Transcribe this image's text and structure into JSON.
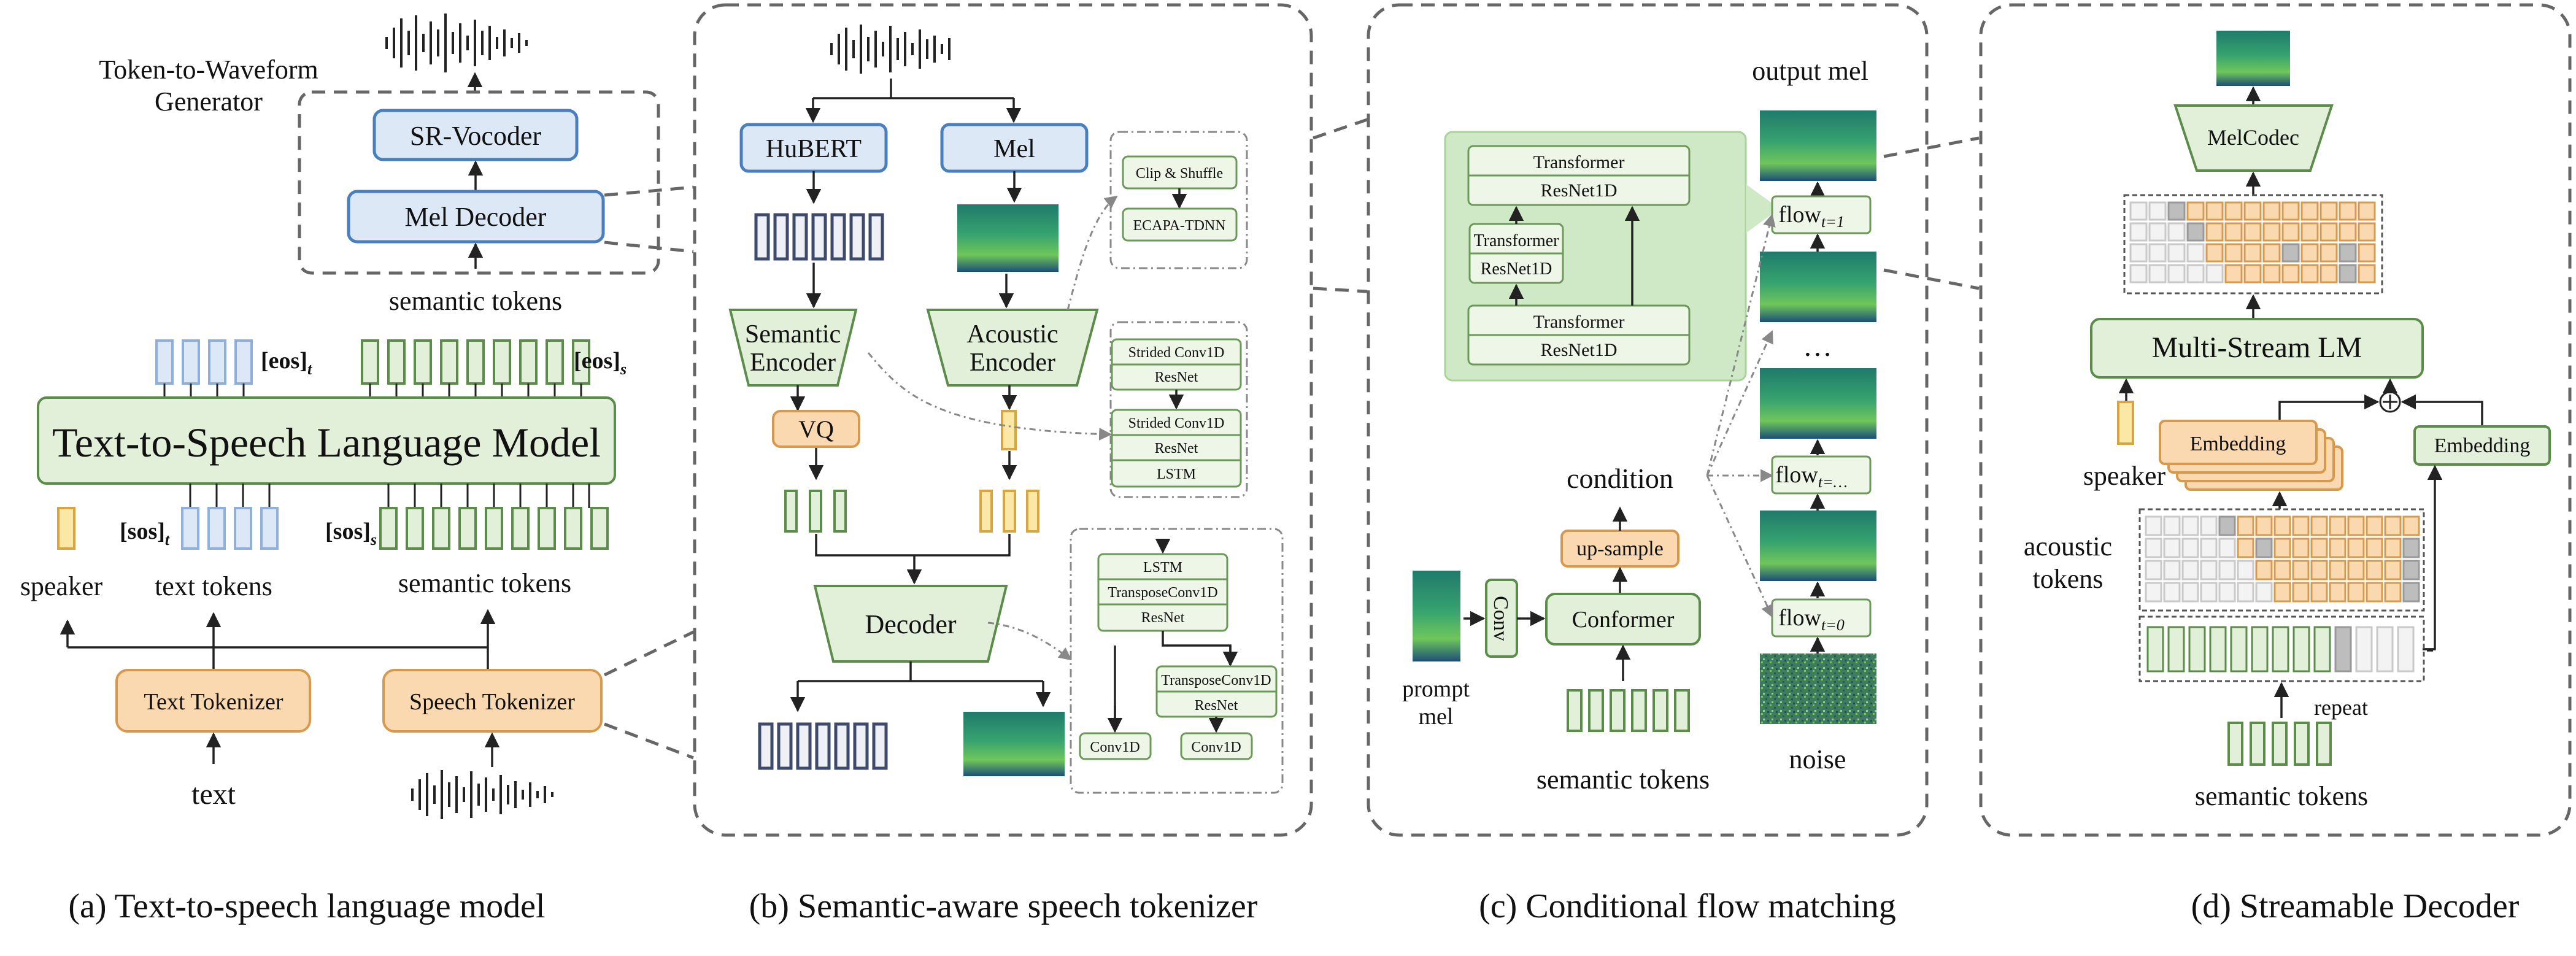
{
  "panel_a": {
    "generator_label_1": "Token-to-Waveform",
    "generator_label_2": "Generator",
    "sr_vocoder": "SR-Vocoder",
    "mel_decoder": "Mel Decoder",
    "semantic_tokens_top": "semantic tokens",
    "eos_t": "[eos]",
    "eos_t_sub": "t",
    "eos_s": "[eos]",
    "eos_s_sub": "s",
    "tts_lm": "Text-to-Speech Language Model",
    "sos_t": "[sos]",
    "sos_t_sub": "t",
    "sos_s": "[sos]",
    "sos_s_sub": "s",
    "speaker": "speaker",
    "text_tokens": "text tokens",
    "semantic_tokens": "semantic tokens",
    "text_tokenizer": "Text Tokenizer",
    "speech_tokenizer": "Speech Tokenizer",
    "text": "text",
    "caption": "(a) Text-to-speech language model"
  },
  "panel_b": {
    "hubert": "HuBERT",
    "mel": "Mel",
    "clip_shuffle": "Clip & Shuffle",
    "ecapa": "ECAPA-TDNN",
    "semantic_encoder_1": "Semantic",
    "semantic_encoder_2": "Encoder",
    "acoustic_encoder_1": "Acoustic",
    "acoustic_encoder_2": "Encoder",
    "strided_conv1": "Strided Conv1D",
    "resnet1": "ResNet",
    "strided_conv2": "Strided Conv1D",
    "resnet2": "ResNet",
    "lstm1": "LSTM",
    "vq": "VQ",
    "decoder": "Decoder",
    "lstm2": "LSTM",
    "transpose1": "TransposeConv1D",
    "resnet3": "ResNet",
    "transpose2": "TransposeConv1D",
    "resnet4": "ResNet",
    "conv1d_a": "Conv1D",
    "conv1d_b": "Conv1D",
    "caption": "(b) Semantic-aware speech tokenizer"
  },
  "panel_c": {
    "output_mel": "output mel",
    "transformer_top": "Transformer",
    "resnet_top": "ResNet1D",
    "transformer_mid": "Transformer",
    "resnet_mid": "ResNet1D",
    "transformer_bot": "Transformer",
    "resnet_bot": "ResNet1D",
    "flow_1": "flow",
    "flow_1_sub": "t=1",
    "ellipsis": "…",
    "flow_mid": "flow",
    "flow_mid_sub": "t=…",
    "flow_0": "flow",
    "flow_0_sub": "t=0",
    "condition": "condition",
    "upsample": "up-sample",
    "conv": "Conv",
    "conformer": "Conformer",
    "prompt_mel_1": "prompt",
    "prompt_mel_2": "mel",
    "semantic_tokens": "semantic tokens",
    "noise": "noise",
    "caption": "(c) Conditional flow matching"
  },
  "panel_d": {
    "melcodec": "MelCodec",
    "multistream_lm": "Multi-Stream LM",
    "embedding_a": "Embedding",
    "embedding_b": "Embedding",
    "speaker": "speaker",
    "acoustic_1": "acoustic",
    "acoustic_2": "tokens",
    "repeat": "repeat",
    "semantic_tokens": "semantic tokens",
    "caption": "(d) Streamable Decoder"
  },
  "colors": {
    "green_fill": "#e2efd9",
    "green_stroke": "#5b8c4a",
    "blue_fill": "#dce8f5",
    "blue_stroke": "#4a7fbf",
    "orange_fill": "#fbd9b0",
    "orange_stroke": "#d79a4d",
    "navy_token": "#3e4a6b"
  }
}
